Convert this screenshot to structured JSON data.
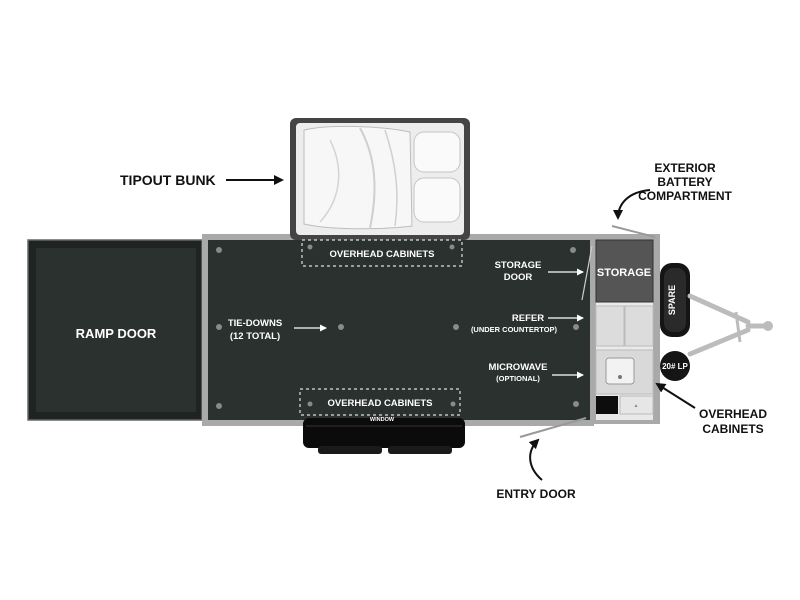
{
  "labels": {
    "tipout_bunk": "TIPOUT BUNK",
    "exterior_battery": [
      "EXTERIOR",
      "BATTERY",
      "COMPARTMENT"
    ],
    "ramp_door": "RAMP DOOR",
    "overhead_cabinets_top": "OVERHEAD CABINETS",
    "overhead_cabinets_bottom": "OVERHEAD CABINETS",
    "window": "WINDOW",
    "tie_downs": "TIE-DOWNS",
    "tie_downs_sub": "(12 TOTAL)",
    "storage_door": [
      "STORAGE",
      "DOOR"
    ],
    "refer": "REFER",
    "refer_sub": "(UNDER COUNTERTOP)",
    "microwave": "MICROWAVE",
    "microwave_sub": "(OPTIONAL)",
    "storage": "STORAGE",
    "spare": "SPARE",
    "lp": "20# LP",
    "overhead_cabinets_right": [
      "OVERHEAD",
      "CABINETS"
    ],
    "entry_door": "ENTRY DOOR"
  },
  "colors": {
    "floor": "#2b312f",
    "frame": "#a9a9a9",
    "storage": "#555555",
    "text": "#111111"
  },
  "icons": [
    "arrow-icon",
    "curved-arrow-icon",
    "tire-icon",
    "lp-tank-icon",
    "hitch-icon",
    "sink-icon"
  ]
}
